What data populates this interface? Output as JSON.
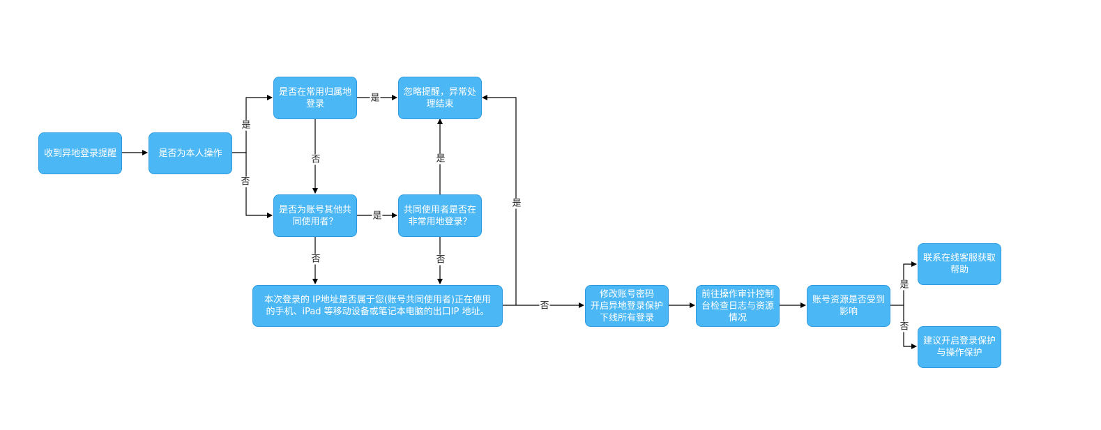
{
  "colors": {
    "node_fill": "#4cb7f5",
    "node_border": "#2e9be0",
    "node_text": "#ffffff",
    "edge": "#000000"
  },
  "nodes": {
    "alert": "收到异地登录提醒",
    "self_op": "是否为本人操作",
    "usual_place": "是否在常用归属地\n登录",
    "ignore": "忽略提醒，异常处\n理结束",
    "co_user": "是否为账号其他共\n同使用者？",
    "co_user_unusual": "共同使用者是否在\n非常用地登录？",
    "ip_check": "本次登录的 IP地址是否属于您(账号共同使用者)正在使用\n的手机、iPad 等移动设备或笔记本电脑的出口IP 地址。",
    "change_pwd": "修改账号密码\n开启异地登录保护\n下线所有登录",
    "audit": "前往操作审计控制\n台检查日志与资源\n情况",
    "affected": "账号资源是否受到\n影响",
    "contact": "联系在线客服获取\n帮助",
    "suggest": "建议开启登录保护\n与操作保护"
  },
  "edge_labels": {
    "self_yes": "是",
    "self_no": "否",
    "usual_yes": "是",
    "usual_no": "否",
    "co_yes": "是",
    "co_no": "否",
    "unusual_yes": "是",
    "unusual_no": "否",
    "ip_yes": "是",
    "ip_no": "否",
    "affected_yes": "是",
    "affected_no": "否"
  }
}
